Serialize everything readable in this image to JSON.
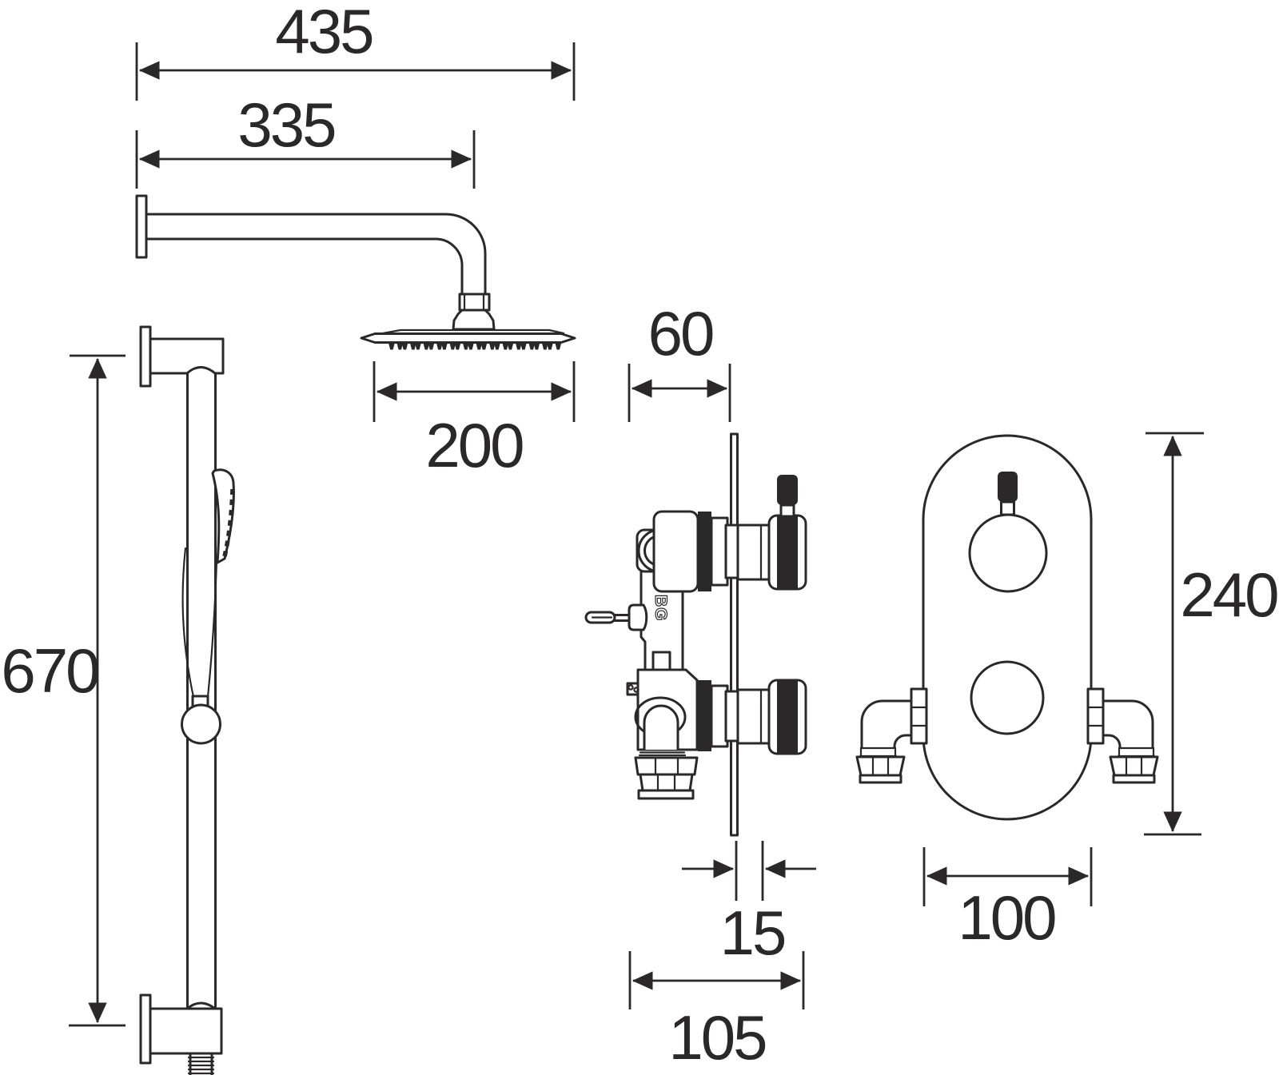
{
  "dimensions": {
    "arm_projection": "435",
    "arm_to_head_centre": "335",
    "head_width": "200",
    "rail_length": "670",
    "valve_projection": "60",
    "plate_thickness": "15",
    "valve_overall_depth": "105",
    "faceplate_height": "240",
    "faceplate_width": "100"
  },
  "markings": {
    "valve_body": "BG"
  }
}
